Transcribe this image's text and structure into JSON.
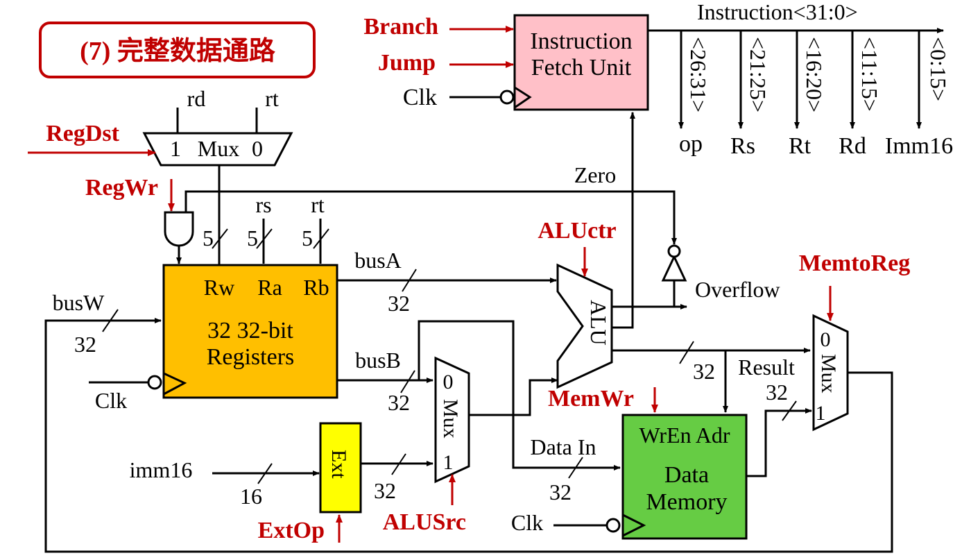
{
  "title": "(7) 完整数据通路",
  "colors": {
    "control": "#c00000",
    "title_border": "#c00000",
    "ifu_fill": "#ffc0c8",
    "regfile_fill": "#ffbf00",
    "ext_fill": "#ffff00",
    "dmem_fill": "#66cc44",
    "wire": "#000000"
  },
  "control_signals": {
    "branch": "Branch",
    "jump": "Jump",
    "regdst": "RegDst",
    "regwr": "RegWr",
    "aluctr": "ALUctr",
    "memtoreg": "MemtoReg",
    "memwr": "MemWr",
    "extop": "ExtOp",
    "alusrc": "ALUSrc"
  },
  "ifu": {
    "line1": "Instruction",
    "line2": "Fetch Unit",
    "clk": "Clk",
    "instruction_bus": "Instruction<31:0>"
  },
  "fields": [
    {
      "range": "<26:31>",
      "name": "op"
    },
    {
      "range": "<21:25>",
      "name": "Rs"
    },
    {
      "range": "<16:20>",
      "name": "Rt"
    },
    {
      "range": "<11:15>",
      "name": "Rd"
    },
    {
      "range": "<0:15>",
      "name": "Imm16"
    }
  ],
  "regdst_mux": {
    "in1": "1",
    "label": "Mux",
    "in0": "0",
    "rd": "rd",
    "rt": "rt"
  },
  "regfile": {
    "rw": "Rw",
    "ra": "Ra",
    "rb": "Rb",
    "line1": "32 32-bit",
    "line2": "Registers",
    "clk": "Clk",
    "rs": "rs",
    "rt": "rt",
    "width_rw": "5",
    "width_ra": "5",
    "width_rb": "5"
  },
  "buses": {
    "busw": "busW",
    "busw_width": "32",
    "busa": "busA",
    "busa_width": "32",
    "busb": "busB",
    "busb_width": "32",
    "zero": "Zero",
    "overflow": "Overflow",
    "result": "Result",
    "result_width": "32",
    "data_in": "Data In",
    "data_in_width": "32",
    "mem_out_width": "32",
    "ext_out_width": "32"
  },
  "alu": {
    "label": "ALU"
  },
  "alusrc_mux": {
    "in0": "0",
    "label": "Mux",
    "in1": "1"
  },
  "memtoreg_mux": {
    "in0": "0",
    "label": "Mux",
    "in1": "1"
  },
  "ext": {
    "label": "Ext",
    "imm16": "imm16",
    "imm_width": "16"
  },
  "dmem": {
    "ports": "WrEn Adr",
    "line1": "Data",
    "line2": "Memory",
    "clk": "Clk"
  }
}
